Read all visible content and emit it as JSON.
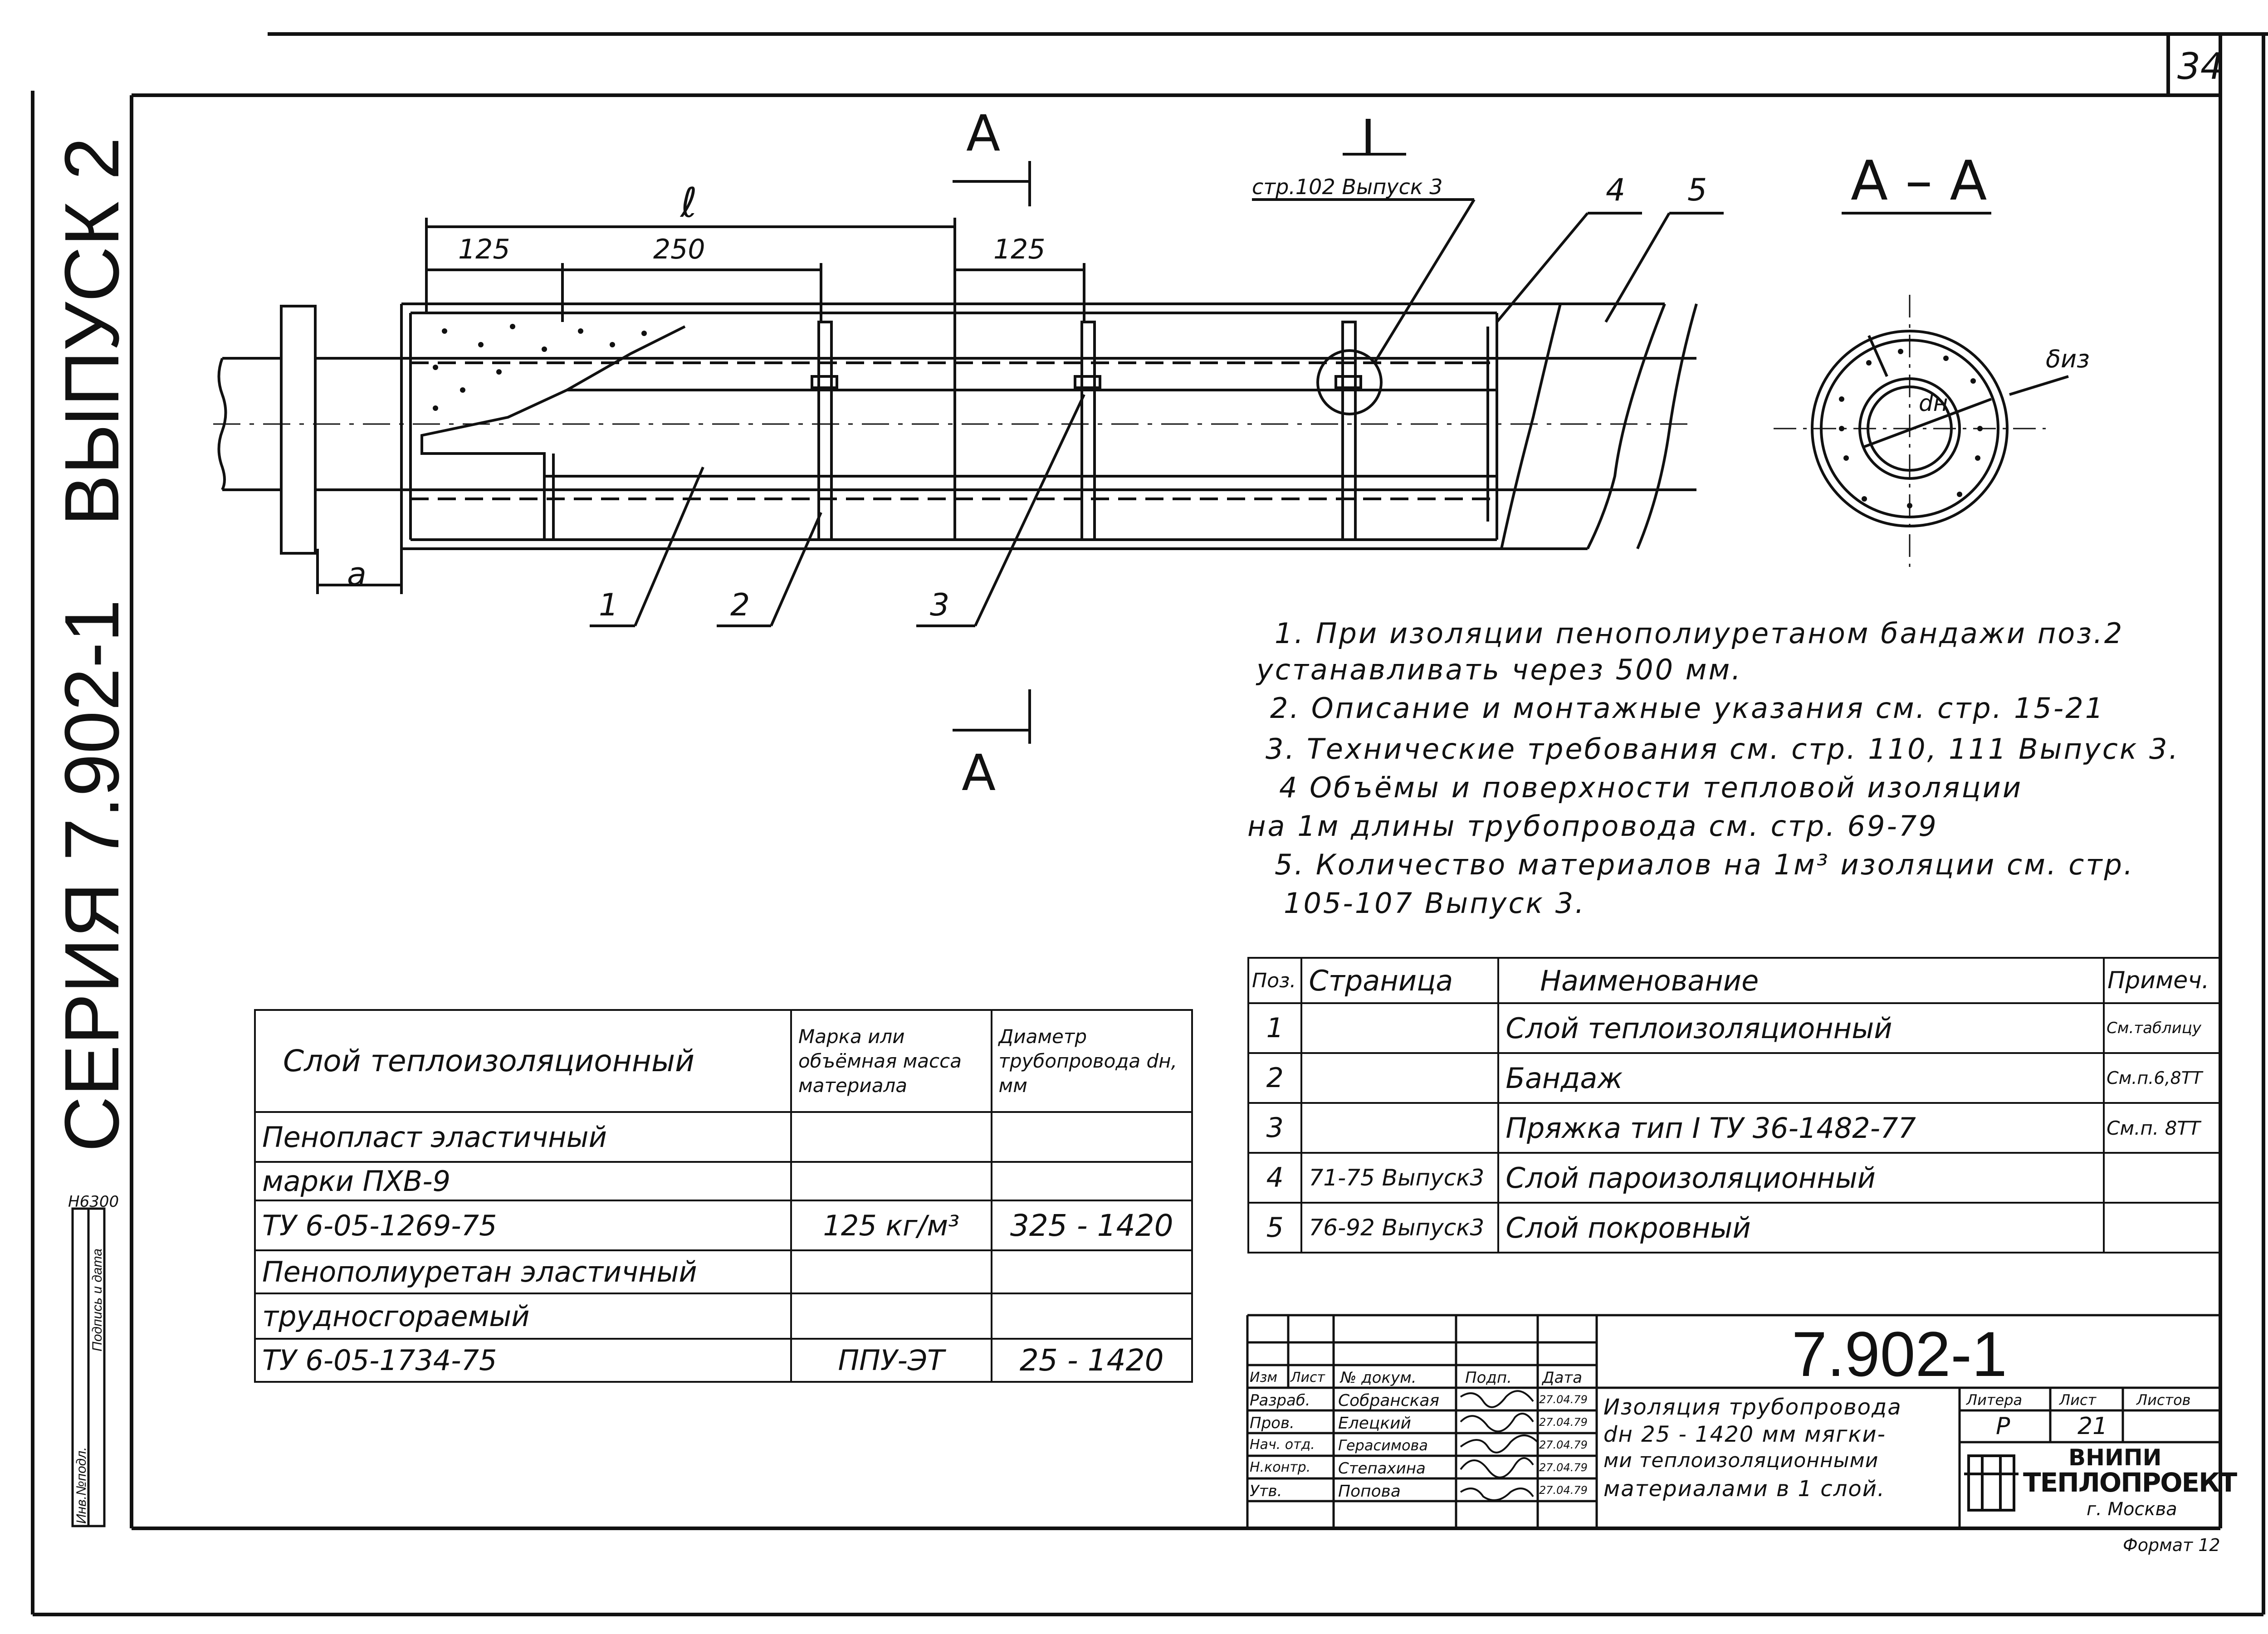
{
  "sheet_number": "34",
  "side_titles": {
    "issue": "ВЫПУСК 2",
    "series": "СЕРИЯ 7.902-1"
  },
  "side_stamp": {
    "code": "Н6300",
    "inv": "Инв.№подл.",
    "sign": "Подпись и дата"
  },
  "drawing": {
    "section_mark": "А",
    "section_view_title": "А – А",
    "detail_mark": "I",
    "detail_ref": "стр.102 Выпуск 3",
    "dim_l": "ℓ",
    "dim_125_a": "125",
    "dim_250": "250",
    "dim_125_b": "125",
    "dim_a": "а",
    "callouts": [
      "1",
      "2",
      "3",
      "4",
      "5"
    ],
    "dn_label": "dн",
    "delta_label": "δиз"
  },
  "notes": [
    "1. При изоляции пенополиуретаном бандажи поз.2",
    "устанавливать через 500 мм.",
    "2. Описание и монтажные указания см. стр. 15-21",
    "3. Технические требования см. стр. 110, 111 Выпуск 3.",
    "4 Объёмы и поверхности тепловой изоляции",
    "на 1м длины трубопровода см. стр. 69-79",
    "5. Количество материалов на 1м³ изоляции см. стр.",
    "105-107 Выпуск 3."
  ],
  "materials_table": {
    "headers": [
      "Слой теплоизоляционный",
      "Марка или объёмная масса материала",
      "Диаметр трубопровода dн, мм"
    ],
    "rows": [
      [
        "Пенопласт эластичный",
        "",
        ""
      ],
      [
        "марки ПХВ-9",
        "",
        ""
      ],
      [
        "ТУ 6-05-1269-75",
        "125 кг/м³",
        "325 - 1420"
      ],
      [
        "Пенополиуретан эластичный",
        "",
        ""
      ],
      [
        "трудносгораемый",
        "",
        ""
      ],
      [
        "ТУ 6-05-1734-75",
        "ППУ-ЭТ",
        "25 - 1420"
      ]
    ]
  },
  "parts_table": {
    "headers": [
      "Поз.",
      "Страница",
      "Наименование",
      "Примеч."
    ],
    "rows": [
      [
        "1",
        "",
        "Слой теплоизоляционный",
        "См.таблицу"
      ],
      [
        "2",
        "",
        "Бандаж",
        "См.п.6,8ТТ"
      ],
      [
        "3",
        "",
        "Пряжка тип I ТУ 36-1482-77",
        "См.п. 8ТТ"
      ],
      [
        "4",
        "71-75 Выпуск3",
        "Слой пароизоляционный",
        ""
      ],
      [
        "5",
        "76-92 Выпуск3",
        "Слой покровный",
        ""
      ]
    ]
  },
  "title_block": {
    "designation": "7.902-1",
    "head": [
      "Изм",
      "Лист",
      "№ докум.",
      "Подп.",
      "Дата"
    ],
    "roles": [
      {
        "role": "Разраб.",
        "name": "Собранская",
        "date": "27.04.79"
      },
      {
        "role": "Пров.",
        "name": "Елецкий",
        "date": "27.04.79"
      },
      {
        "role": "Нач. отд.",
        "name": "Герасимова",
        "date": "27.04.79"
      },
      {
        "role": "Н.контр.",
        "name": "Степахина",
        "date": "27.04.79"
      },
      {
        "role": "Утв.",
        "name": "Попова",
        "date": "27.04.79"
      }
    ],
    "description": [
      "Изоляция трубопровода",
      "dн 25 - 1420 мм мягки-",
      "ми теплоизоляционными",
      "материалами в 1 слой."
    ],
    "litera_label": "Литера",
    "list_label": "Лист",
    "listov_label": "Листов",
    "litera": "Р",
    "list": "21",
    "org_1": "ВНИПИ",
    "org_2": "ТЕПЛОПРОЕКТ",
    "org_city": "г. Москва",
    "format": "Формат 12"
  }
}
